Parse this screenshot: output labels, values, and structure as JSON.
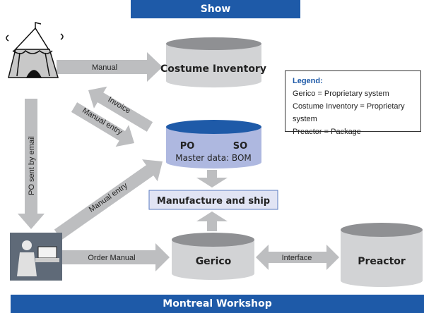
{
  "header": {
    "title": "Show"
  },
  "footer": {
    "title": "Montreal Workshop"
  },
  "nodes": {
    "costume_inventory": "Costume Inventory",
    "po": "PO",
    "so": "SO",
    "master_data": "Master data: BOM",
    "manufacture": "Manufacture and ship",
    "gerico": "Gerico",
    "preactor": "Preactor"
  },
  "arrows": {
    "manual": "Manual",
    "invoice": "Invoice",
    "manual_entry_top": "Manual entry",
    "po_email": "PO sent by email",
    "manual_entry_bottom": "Manual entry",
    "order_manual": "Order Manual",
    "interface": "Interface"
  },
  "legend": {
    "title": "Legend:",
    "items": [
      "Gerico = Proprietary system",
      "Costume Inventory = Proprietary system",
      "Preactor = Package"
    ]
  },
  "colors": {
    "brand_blue": "#1e5aa8",
    "arrow_gray": "#bdbec0",
    "db_blue": "#aeb8e0",
    "db_gray": "#d2d3d5"
  }
}
